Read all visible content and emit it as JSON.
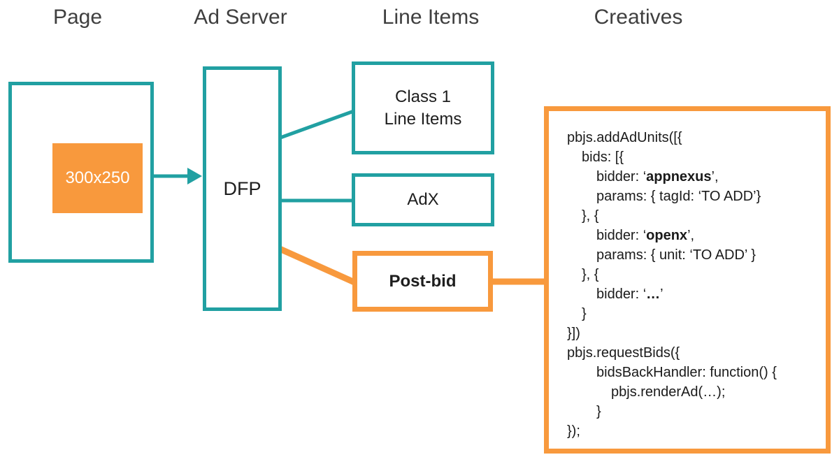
{
  "headers": {
    "page": "Page",
    "ad_server": "Ad Server",
    "line_items": "Line Items",
    "creatives": "Creatives"
  },
  "page_column": {
    "ad_slot_label": "300x250"
  },
  "ad_server_column": {
    "dfp_label": "DFP"
  },
  "line_items_column": {
    "class1_label_line1": "Class 1",
    "class1_label_line2": "Line Items",
    "adx_label": "AdX",
    "postbid_label": "Post-bid"
  },
  "creatives_column": {
    "code_lines": [
      {
        "indent": 0,
        "text": "pbjs.addAdUnits([{"
      },
      {
        "indent": 1,
        "text": "bids: [{"
      },
      {
        "indent": 2,
        "text": "bidder: ‘**appnexus**’,"
      },
      {
        "indent": 2,
        "text": "params: { tagId: ‘TO ADD’}"
      },
      {
        "indent": 1,
        "text": "}, {"
      },
      {
        "indent": 2,
        "text": "bidder: ‘**openx**’,"
      },
      {
        "indent": 2,
        "text": "params: { unit: ‘TO ADD’ }"
      },
      {
        "indent": 1,
        "text": "}, {"
      },
      {
        "indent": 2,
        "text": "bidder: ‘**…**’"
      },
      {
        "indent": 1,
        "text": "}"
      },
      {
        "indent": 0,
        "text": "}])"
      },
      {
        "indent": 0,
        "text": "pbjs.requestBids({"
      },
      {
        "indent": 2,
        "text": "bidsBackHandler: function() {"
      },
      {
        "indent": 3,
        "text": "pbjs.renderAd(…);"
      },
      {
        "indent": 2,
        "text": "}"
      },
      {
        "indent": 0,
        "text": "});"
      }
    ]
  },
  "colors": {
    "teal": "#21a0a2",
    "orange": "#f8993d",
    "heading_text": "#3f3f3f",
    "box_text": "#1e1e1e",
    "code_text": "#1a1a1a"
  }
}
